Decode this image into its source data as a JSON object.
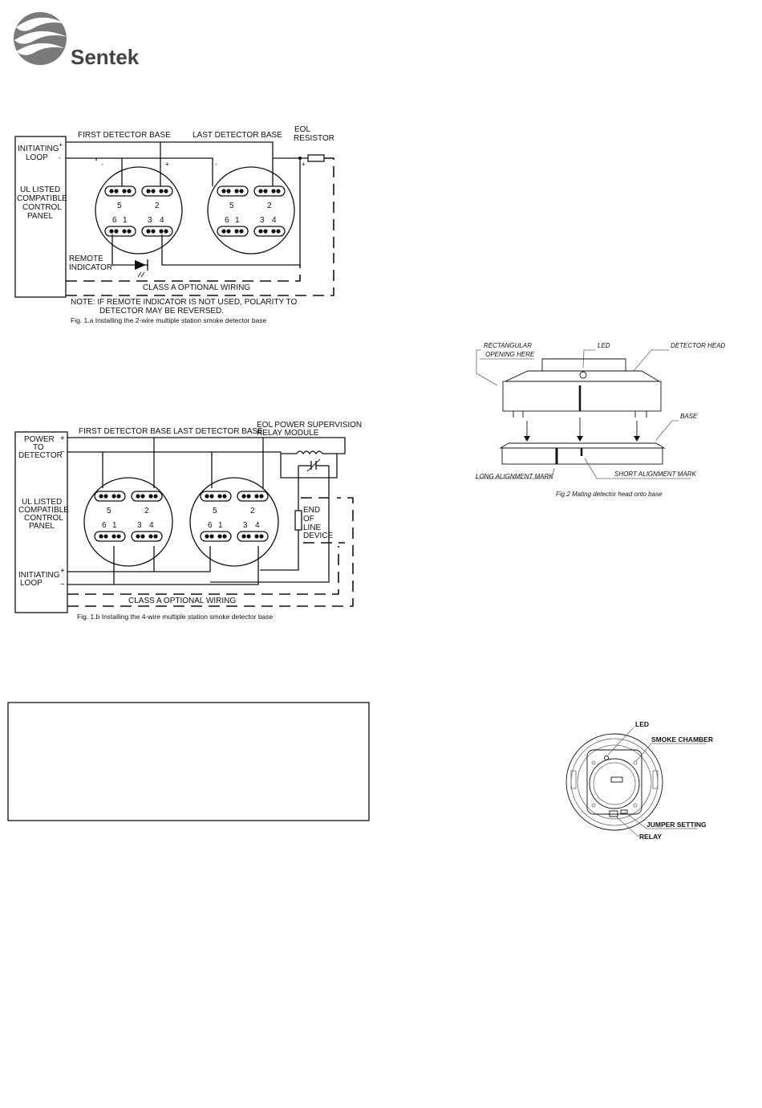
{
  "brand": {
    "name": "Sentek"
  },
  "fig1a": {
    "first_base": "FIRST DETECTOR BASE",
    "last_base": "LAST DETECTOR BASE",
    "eol_line1": "EOL",
    "eol_line2": "RESISTOR",
    "initiating_line1": "INITIATING",
    "initiating_line2": "LOOP",
    "panel_line1": "UL LISTED",
    "panel_line2": "COMPATIBLE",
    "panel_line3": "CONTROL",
    "panel_line4": "PANEL",
    "plus": "+",
    "minus": "-",
    "remote_line1": "REMOTE",
    "remote_line2": "INDICATOR",
    "class_a": "CLASS A OPTIONAL WIRING",
    "note_line1": "NOTE: IF REMOTE INDICATOR IS NOT USED, POLARITY TO",
    "note_line2": "DETECTOR MAY BE REVERSED.",
    "caption": "Fig. 1.a Installing the 2-wire multiple station smoke detector base",
    "terminals": {
      "t5": "5",
      "t2": "2",
      "t6": "6",
      "t1": "1",
      "t3": "3",
      "t4": "4"
    }
  },
  "fig1b": {
    "first_base": "FIRST DETECTOR BASE",
    "last_base": "LAST DETECTOR BASE",
    "eol_line1": "EOL POWER SUPERVISION",
    "eol_line2": "RELAY MODULE",
    "power_line1": "POWER",
    "power_line2": "TO",
    "power_line3": "DETECTOR",
    "panel_line1": "UL LISTED",
    "panel_line2": "COMPATIBLE",
    "panel_line3": "CONTROL",
    "panel_line4": "PANEL",
    "initiating_line1": "INITIATING",
    "initiating_line2": "LOOP",
    "end_line1": "END",
    "end_line2": "OF",
    "end_line3": "LINE",
    "end_line4": "DEVICE",
    "class_a": "CLASS A OPTIONAL WIRING",
    "caption": "Fig. 1.b Installing the 4-wire multiple station smoke detector base",
    "plus": "+",
    "minus": "−"
  },
  "fig2": {
    "rect_line1": "RECTANGULAR",
    "rect_line2": "OPENING HERE",
    "led": "LED",
    "detector_head": "DETECTOR HEAD",
    "base": "BASE",
    "long_mark": "LONG ALIGNMENT MARK",
    "short_mark": "SHORT ALIGNMENT MARK",
    "caption": "Fig.2 Mating detector head onto base"
  },
  "fig3": {
    "led": "LED",
    "smoke_chamber": "SMOKE CHAMBER",
    "jumper": "JUMPER SETTING",
    "relay": "RELAY"
  }
}
